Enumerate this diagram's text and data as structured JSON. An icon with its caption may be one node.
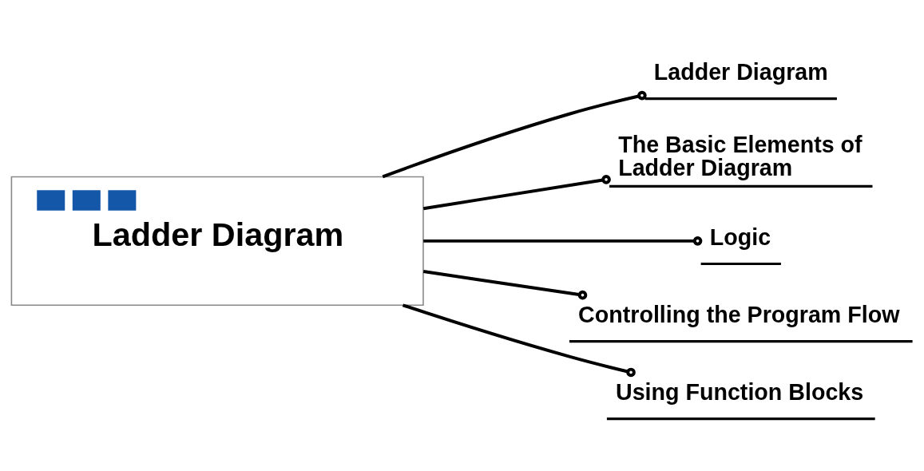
{
  "diagram": {
    "nodes": [
      {
        "text": [
          "Ladder Diagram"
        ]
      },
      {
        "text": [
          "Ladder Diagram"
        ]
      },
      {
        "text": [
          "The Basic Elements of Ladder Diagram"
        ]
      },
      {
        "text": [
          "Logic"
        ]
      },
      {
        "text": [
          "Controlling the Program Flow"
        ]
      },
      {
        "text": [
          "Using Function Blocks"
        ]
      }
    ],
    "edges": [
      {
        "from": 0,
        "to": 1,
        "arrow": "other"
      },
      {
        "from": 0,
        "to": 2,
        "arrow": "other"
      },
      {
        "from": 0,
        "to": 3,
        "arrow": "other"
      },
      {
        "from": 0,
        "to": 4,
        "arrow": "other"
      },
      {
        "from": 0,
        "to": 5,
        "arrow": "other"
      }
    ]
  }
}
